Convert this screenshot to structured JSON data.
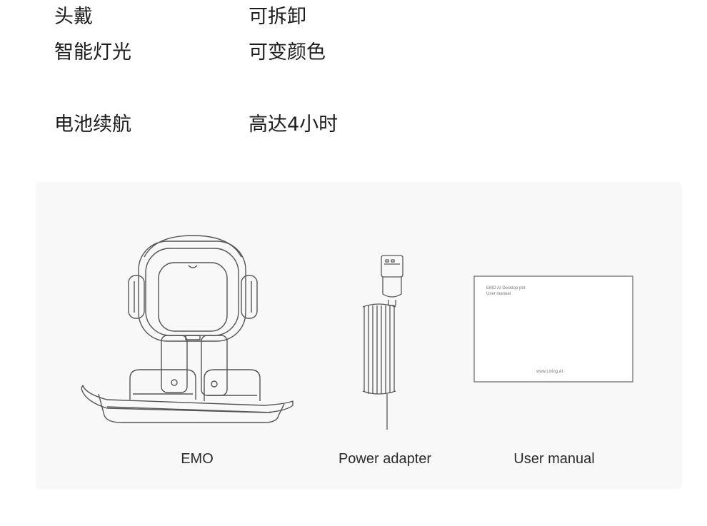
{
  "specs": [
    {
      "label": "头戴",
      "value": "可拆卸"
    },
    {
      "label": "智能灯光",
      "value": "可变颜色"
    },
    {
      "label": "电池续航",
      "value": "高达4小时"
    }
  ],
  "items": {
    "emo": {
      "caption": "EMO"
    },
    "power_adapter": {
      "caption": "Power adapter"
    },
    "user_manual": {
      "caption": "User manual",
      "cover_title": "EMO AI Desktop pet",
      "cover_subtitle": "User manual",
      "cover_url": "www.Living.AI"
    }
  },
  "colors": {
    "panel_bg": "#f8f8f8",
    "line": "#555555",
    "text": "#1c1c1c"
  }
}
